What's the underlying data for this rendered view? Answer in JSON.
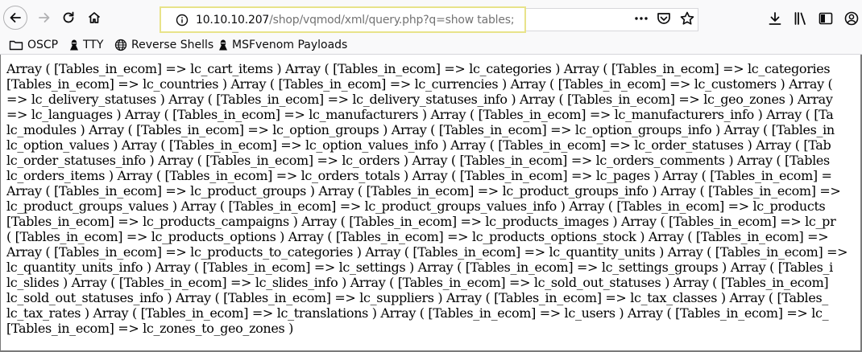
{
  "browser": {
    "url_host": "10.10.10.207",
    "url_path": "/shop/vqmod/xml/query.php?q=show tables;",
    "icons": [
      "back-arrow-icon",
      "forward-arrow-icon",
      "reload-icon",
      "home-icon",
      "info-icon",
      "more-icon",
      "pocket-icon",
      "star-icon",
      "download-icon",
      "library-icon",
      "sidebar-icon",
      "account-icon"
    ]
  },
  "bookmarks": [
    {
      "label": "OSCP",
      "icon": "folder-icon"
    },
    {
      "label": "TTY",
      "icon": "hacker-icon"
    },
    {
      "label": "Reverse Shells",
      "icon": "globe-icon"
    },
    {
      "label": "MSFvenom Payloads",
      "icon": "hacker-icon"
    }
  ],
  "content": {
    "lines": [
      "Array ( [Tables_in_ecom] => lc_cart_items ) Array ( [Tables_in_ecom] => lc_categories ) Array ( [Tables_in_ecom] => lc_categories",
      "[Tables_in_ecom] => lc_countries ) Array ( [Tables_in_ecom] => lc_currencies ) Array ( [Tables_in_ecom] => lc_customers ) Array (",
      "=> lc_delivery_statuses ) Array ( [Tables_in_ecom] => lc_delivery_statuses_info ) Array ( [Tables_in_ecom] => lc_geo_zones ) Array",
      "=> lc_languages ) Array ( [Tables_in_ecom] => lc_manufacturers ) Array ( [Tables_in_ecom] => lc_manufacturers_info ) Array ( [Ta",
      "lc_modules ) Array ( [Tables_in_ecom] => lc_option_groups ) Array ( [Tables_in_ecom] => lc_option_groups_info ) Array ( [Tables_in",
      "lc_option_values ) Array ( [Tables_in_ecom] => lc_option_values_info ) Array ( [Tables_in_ecom] => lc_order_statuses ) Array ( [Tab",
      "lc_order_statuses_info ) Array ( [Tables_in_ecom] => lc_orders ) Array ( [Tables_in_ecom] => lc_orders_comments ) Array ( [Tables",
      "lc_orders_items ) Array ( [Tables_in_ecom] => lc_orders_totals ) Array ( [Tables_in_ecom] => lc_pages ) Array ( [Tables_in_ecom] =",
      "Array ( [Tables_in_ecom] => lc_product_groups ) Array ( [Tables_in_ecom] => lc_product_groups_info ) Array ( [Tables_in_ecom] =>",
      "lc_product_groups_values ) Array ( [Tables_in_ecom] => lc_product_groups_values_info ) Array ( [Tables_in_ecom] => lc_products",
      "[Tables_in_ecom] => lc_products_campaigns ) Array ( [Tables_in_ecom] => lc_products_images ) Array ( [Tables_in_ecom] => lc_pr",
      "( [Tables_in_ecom] => lc_products_options ) Array ( [Tables_in_ecom] => lc_products_options_stock ) Array ( [Tables_in_ecom] =>",
      "Array ( [Tables_in_ecom] => lc_products_to_categories ) Array ( [Tables_in_ecom] => lc_quantity_units ) Array ( [Tables_in_ecom] =>",
      "lc_quantity_units_info ) Array ( [Tables_in_ecom] => lc_settings ) Array ( [Tables_in_ecom] => lc_settings_groups ) Array ( [Tables_i",
      "lc_slides ) Array ( [Tables_in_ecom] => lc_slides_info ) Array ( [Tables_in_ecom] => lc_sold_out_statuses ) Array ( [Tables_in_ecom]",
      "lc_sold_out_statuses_info ) Array ( [Tables_in_ecom] => lc_suppliers ) Array ( [Tables_in_ecom] => lc_tax_classes ) Array ( [Tables_",
      "lc_tax_rates ) Array ( [Tables_in_ecom] => lc_translations ) Array ( [Tables_in_ecom] => lc_users ) Array ( [Tables_in_ecom] => lc_",
      "[Tables_in_ecom] => lc_zones_to_geo_zones )"
    ]
  }
}
